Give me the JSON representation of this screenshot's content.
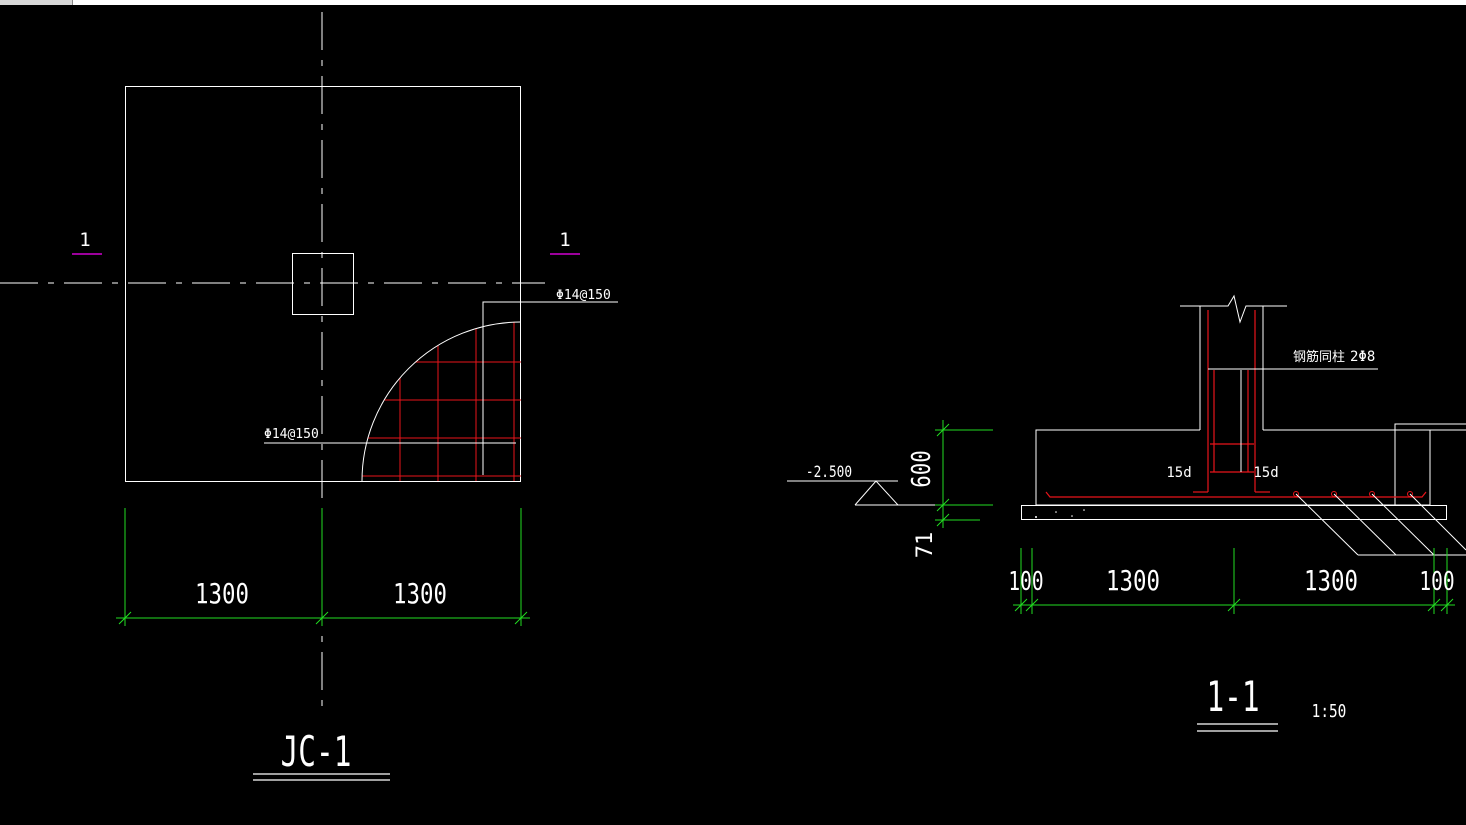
{
  "colors": {
    "background": "#000000",
    "line": "#ffffff",
    "rebar": "#e8141a",
    "dimension": "#22dd22",
    "section_marker": "#d000d0"
  },
  "plan": {
    "section_mark_left": "1",
    "section_mark_right": "1",
    "rebar_label_top": "Φ14@150",
    "rebar_label_bottom": "Φ14@150",
    "dim_left": "1300",
    "dim_right": "1300",
    "title": "JC-1"
  },
  "section": {
    "level": "-2.500",
    "dim_height": "600",
    "dim_cover": "71",
    "column_rebar_note": "钢筋同柱",
    "column_rebar_spec": "2Φ8",
    "hook_left": "15d",
    "hook_right": "15d",
    "dim_edge_left": "100",
    "dim_mid_left": "1300",
    "dim_mid_right": "1300",
    "dim_edge_right": "100",
    "title": "1-1",
    "scale": "1:50"
  }
}
